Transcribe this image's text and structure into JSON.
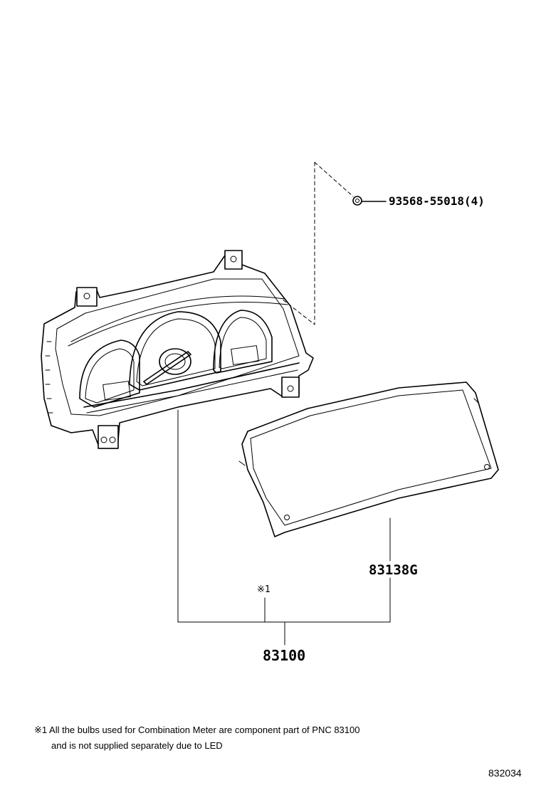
{
  "diagram": {
    "parts": [
      {
        "id": "bolt",
        "part_number": "93568-55018",
        "quantity": "(4)"
      },
      {
        "id": "lens",
        "part_number": "83138G"
      },
      {
        "id": "meter",
        "part_number": "83100"
      }
    ],
    "note_marker": "※1",
    "footnote": {
      "line1": "※1 All the bulbs used for Combination Meter are component part of PNC 83100",
      "line2": "and is not supplied separately due to LED"
    },
    "figure_id": "832034"
  }
}
